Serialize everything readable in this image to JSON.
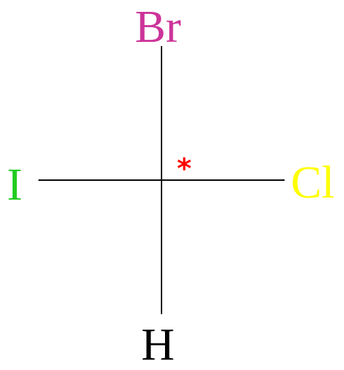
{
  "molecule": {
    "center_marker": {
      "symbol": "*",
      "color": "#ff0000"
    },
    "substituents": {
      "top": {
        "label": "Br",
        "color": "#cc3399"
      },
      "left": {
        "label": "I",
        "color": "#22cc22"
      },
      "right": {
        "label": "Cl",
        "color": "#ffff00"
      },
      "bottom": {
        "label": "H",
        "color": "#000000"
      }
    },
    "bond_color": "#000000"
  }
}
